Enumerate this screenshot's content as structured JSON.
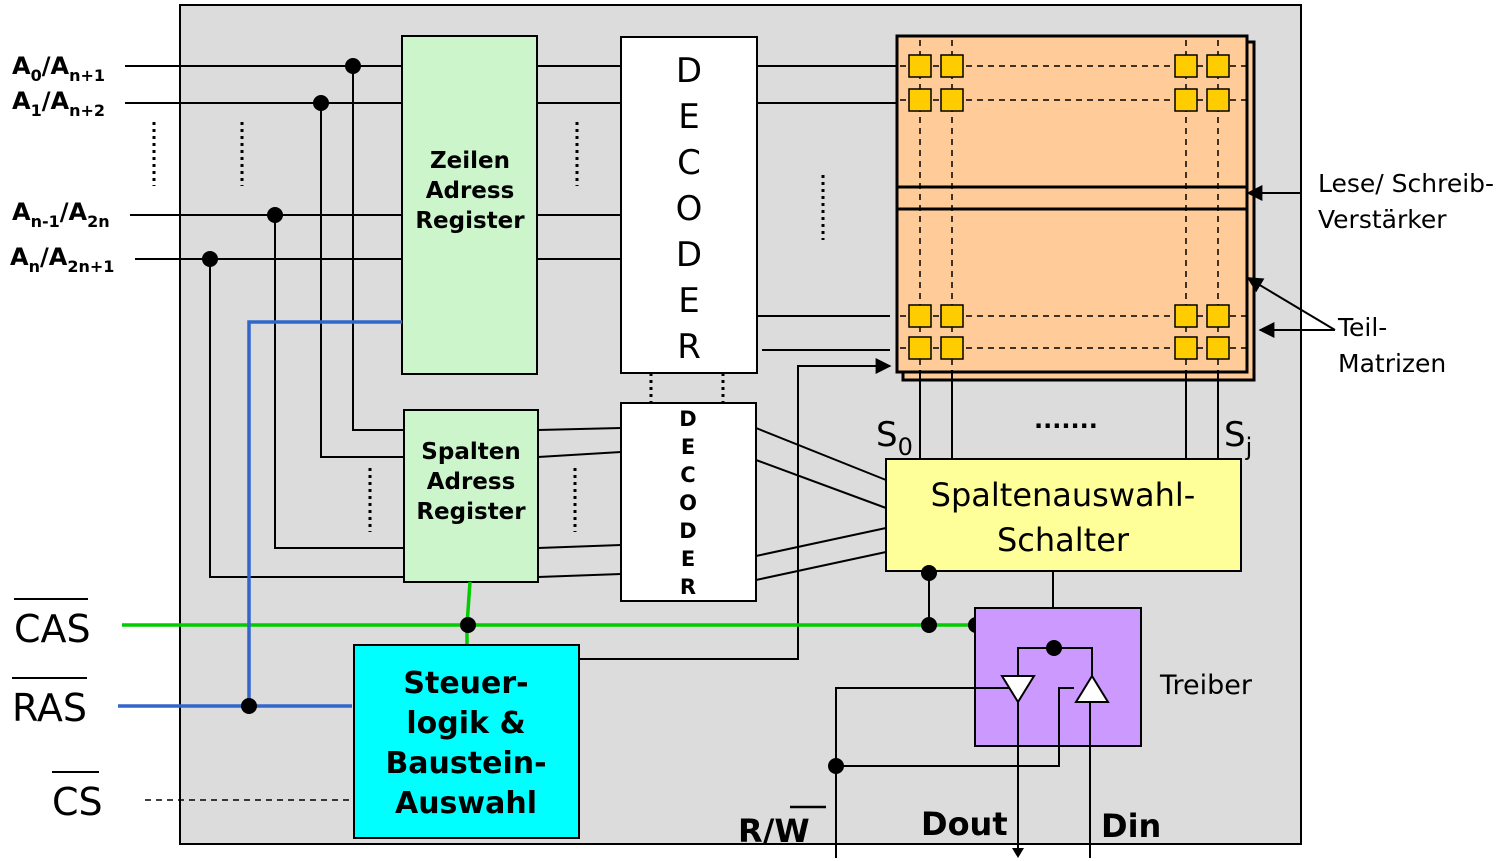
{
  "address_inputs": [
    {
      "a": "A",
      "a_sub": "0",
      "sep": "/",
      "b": "A",
      "b_sub": "n+1"
    },
    {
      "a": "A",
      "a_sub": "1",
      "sep": "/",
      "b": "A",
      "b_sub": "n+2"
    },
    {
      "a": "A",
      "a_sub": "n-1",
      "sep": "/",
      "b": "A",
      "b_sub": "2n"
    },
    {
      "a": "A",
      "a_sub": "n",
      "sep": "/",
      "b": "A",
      "b_sub": "2n+1"
    }
  ],
  "control_inputs": {
    "cas": "CAS",
    "ras": "RAS",
    "cs": "CS"
  },
  "row_register": {
    "line1": "Zeilen",
    "line2": "Adress",
    "line3": "Register"
  },
  "col_register": {
    "line1": "Spalten",
    "line2": "Adress",
    "line3": "Register"
  },
  "row_decoder_letters": [
    "D",
    "E",
    "C",
    "O",
    "D",
    "E",
    "R"
  ],
  "col_decoder_letters": [
    "D",
    "E",
    "C",
    "O",
    "D",
    "E",
    "R"
  ],
  "control_logic": {
    "line1": "Steuer-",
    "line2": "logik &",
    "line3": "Baustein-",
    "line4": "Auswahl"
  },
  "column_switch": {
    "line1": "Spaltenauswahl-",
    "line2": "Schalter"
  },
  "sense_amp": {
    "line1": "Lese/ Schreib-",
    "line2": "Verstärker"
  },
  "sub_matrices": {
    "line1": "Teil-",
    "line2": "Matrizen"
  },
  "driver": {
    "label": "Treiber"
  },
  "select_lines": {
    "s0": "S",
    "s0_sub": "0",
    "sj": "S",
    "sj_sub": "j",
    "dots": "......."
  },
  "io": {
    "dout": "Dout",
    "din": "Din",
    "rw_r": "R",
    "rw_sep": "/",
    "rw_w": "W"
  },
  "colors": {
    "chip_bg": "#dcdcdc",
    "row_reg": "#ccf5cc",
    "control": "#00ffff",
    "switch": "#ffff99",
    "driver": "#cc99ff",
    "matrix": "#ffcc99",
    "cell": "#ffcc00",
    "cas_line": "#00cc00",
    "ras_line": "#3366cc"
  }
}
